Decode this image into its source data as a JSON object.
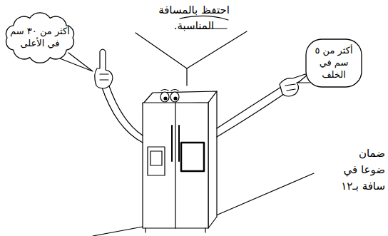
{
  "diagram": {
    "nodes": [
      {
        "text": [
          "أكثر من ٣٠ سم في الأعلى"
        ]
      },
      {
        "text": [
          "أكثر من ٥ سم في الخلف"
        ]
      }
    ],
    "labels": [
      "احتفظ بالمسافة المناسبة.",
      "ضمان",
      "ضوعا في",
      "سافة بـ١٢"
    ]
  }
}
